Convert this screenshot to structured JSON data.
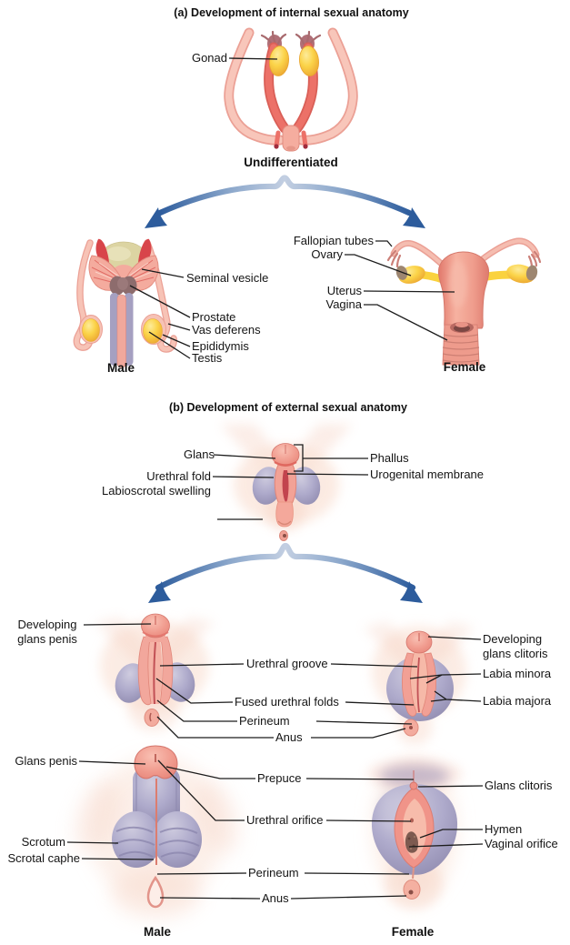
{
  "palette": {
    "skin_pink": "#f2a096",
    "deep_pink": "#e4766c",
    "groove_red": "#c2444e",
    "lavender": "#aba7c8",
    "gonad_yellow": "#fbd348",
    "bladder_tan": "#dcd4a2",
    "arrow_blue": "#2e5d9d",
    "leader_line": "#1c1c1c",
    "peach_glow": "#f6c9b8"
  },
  "section_a": {
    "title": "(a) Development of internal sexual anatomy",
    "undifferentiated": {
      "gonad": "Gonad",
      "caption": "Undifferentiated"
    },
    "male": {
      "seminal_vesicle": "Seminal vesicle",
      "prostate": "Prostate",
      "vas_deferens": "Vas deferens",
      "epididymis": "Epididymis",
      "testis": "Testis",
      "caption": "Male"
    },
    "female": {
      "fallopian_tubes": "Fallopian tubes",
      "ovary": "Ovary",
      "uterus": "Uterus",
      "vagina": "Vagina",
      "caption": "Female"
    }
  },
  "section_b": {
    "title": "(b) Development of external sexual anatomy",
    "undifferentiated": {
      "glans": "Glans",
      "urethral_fold": "Urethral fold",
      "labioscrotal_swelling": "Labioscrotal swelling",
      "phallus": "Phallus",
      "urogenital_membrane": "Urogenital membrane"
    },
    "developing": {
      "developing_glans_penis": "Developing\nglans penis",
      "urethral_groove": "Urethral groove",
      "fused_urethral_folds": "Fused urethral folds",
      "perineum": "Perineum",
      "anus": "Anus",
      "developing_glans_clitoris": "Developing\nglans clitoris",
      "labia_minora": "Labia minora",
      "labia_majora": "Labia majora"
    },
    "developed": {
      "glans_penis": "Glans penis",
      "scrotum": "Scrotum",
      "scrotal_caphe": "Scrotal caphe",
      "prepuce": "Prepuce",
      "urethral_orifice": "Urethral orifice",
      "perineum": "Perineum",
      "anus": "Anus",
      "glans_clitoris": "Glans clitoris",
      "hymen": "Hymen",
      "vaginal_orifice": "Vaginal orifice",
      "male_caption": "Male",
      "female_caption": "Female"
    }
  }
}
